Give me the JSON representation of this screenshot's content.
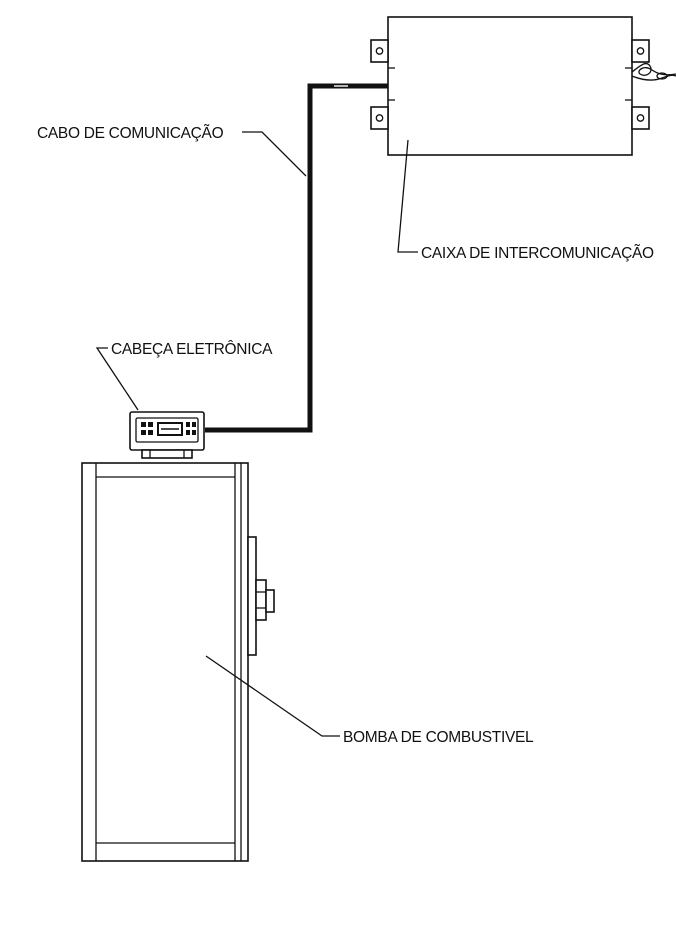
{
  "labels": {
    "cable": "CABO DE COMUNICAÇÃO",
    "intercom_box": "CAIXA DE INTERCOMUNICAÇÃO",
    "electronic_head": "CABEÇA ELETRÔNICA",
    "fuel_pump": "BOMBA DE COMBUSTIVEL"
  },
  "colors": {
    "line": "#111111",
    "background": "#ffffff"
  }
}
